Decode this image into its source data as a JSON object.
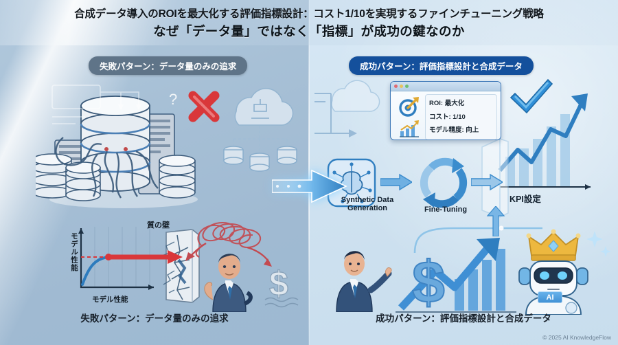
{
  "header": {
    "title": "合成データ導入のROIを最大化する評価指標設計：コスト1/10を実現するファインチューニング戦略",
    "subtitle": "なぜ「データ量」ではなく「指標」が成功の鍵なのか"
  },
  "left_panel": {
    "badge": "失敗パターン：データ量のみの追求",
    "caption": "失敗パターン：データ量のみの追求",
    "chart": {
      "y_axis_label": "モデル性能",
      "x_axis_label": "モデル性能",
      "wall_label": "質の壁"
    },
    "icons": {
      "reject": "red-x-icon",
      "cloud": "cloud-icon",
      "servers": "database-server-stack-icon",
      "question": "question-mark-icon",
      "person": "confused-businessman-icon",
      "scribble": "tangled-scribble-icon",
      "money": "sinking-dollar-icon"
    }
  },
  "right_panel": {
    "badge": "成功パターン：評価指標設計と合成データ",
    "caption": "成功パターン：評価指標設計と合成データ",
    "roi_card": {
      "lines": [
        "ROI: 最大化",
        "コスト: 1/10",
        "モデル精度: 向上"
      ],
      "icons": [
        "target-arrow-icon",
        "bar-chart-growth-icon"
      ]
    },
    "flow": [
      {
        "label_line1": "Synthetic Data",
        "label_line2": "Generation",
        "icon": "brain-circuit-icon"
      },
      {
        "label_line1": "Fine-Tuning",
        "label_line2": "",
        "icon": "refresh-cycle-icon"
      }
    ],
    "kpi_label": "KPI設定",
    "robot_chip": "AI",
    "icons": {
      "approve": "blue-checkmark-icon",
      "growth": "rising-arrow-chart-icon",
      "person": "presenting-businessman-icon",
      "money": "dollar-sign-icon",
      "robot": "crowned-robot-icon",
      "sparkle": "sparkle-icon"
    }
  },
  "center": {
    "arrow": "transition-arrow-right-icon"
  },
  "footer": {
    "copyright": "© 2025 AI KnowledgeFlow"
  },
  "colors": {
    "left_bg": "#a6bfd5",
    "right_bg": "#cfe2f0",
    "badge_left": "#5f7488",
    "badge_right": "#14509c",
    "accent_blue": "#2f80c8",
    "reject_red": "#d9373a",
    "crown_gold": "#e8b640"
  }
}
